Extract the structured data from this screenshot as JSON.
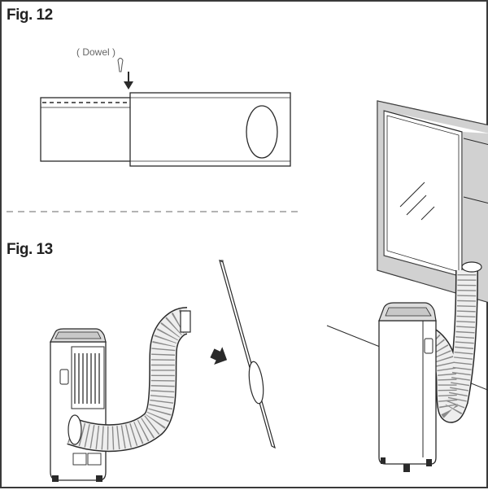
{
  "fig12": {
    "label": "Fig. 12",
    "dowel_label": "( Dowel )"
  },
  "fig13": {
    "label": "Fig. 13"
  },
  "colors": {
    "line": "#2a2a2a",
    "hose_fill": "#e6e6e6",
    "unit_top": "#cfcfcf",
    "grille": "#555555",
    "divider": "#9a9a9a"
  },
  "icons": [
    "dowel-pin-icon",
    "down-arrow-icon",
    "right-arrow-icon"
  ]
}
